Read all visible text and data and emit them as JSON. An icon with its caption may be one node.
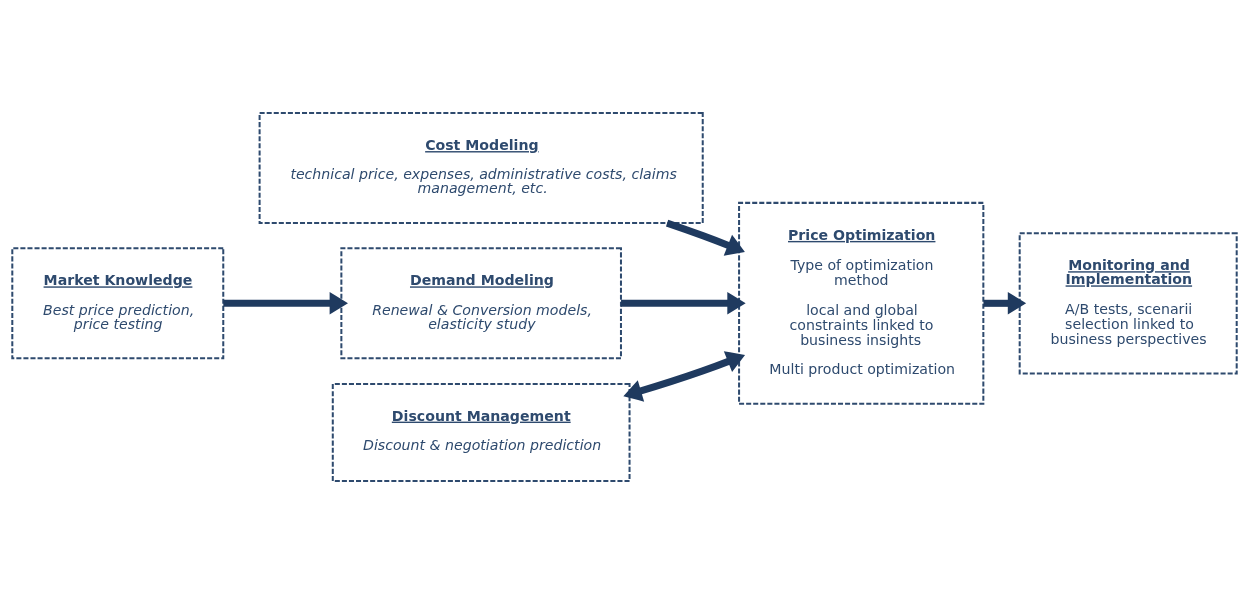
{
  "diagram": {
    "nodes": [
      {
        "text": [
          "Cost Modeling",
          "technical price, expenses, administrative costs, claims management, etc."
        ]
      },
      {
        "text": [
          "Market Knowledge",
          "Best price prediction, price testing"
        ]
      },
      {
        "text": [
          "Demand Modeling",
          "Renewal & Conversion models, elasticity study"
        ]
      },
      {
        "text": [
          "Discount Management",
          "Discount & negotiation prediction"
        ]
      },
      {
        "text": [
          "Price Optimization",
          "Type of optimization method",
          "local and global constraints linked to business insights",
          "Multi product optimization"
        ]
      },
      {
        "text": [
          "Monitoring and Implementation",
          "A/B tests, scenarii selection linked to business perspectives"
        ]
      }
    ],
    "edges": [
      {
        "from": 0,
        "to": 4,
        "arrow": "to"
      },
      {
        "from": 1,
        "to": 2,
        "arrow": "to"
      },
      {
        "from": 2,
        "to": 4,
        "arrow": "to"
      },
      {
        "from": 3,
        "to": 4,
        "arrow": "both"
      },
      {
        "from": 4,
        "to": 5,
        "arrow": "to"
      }
    ]
  }
}
